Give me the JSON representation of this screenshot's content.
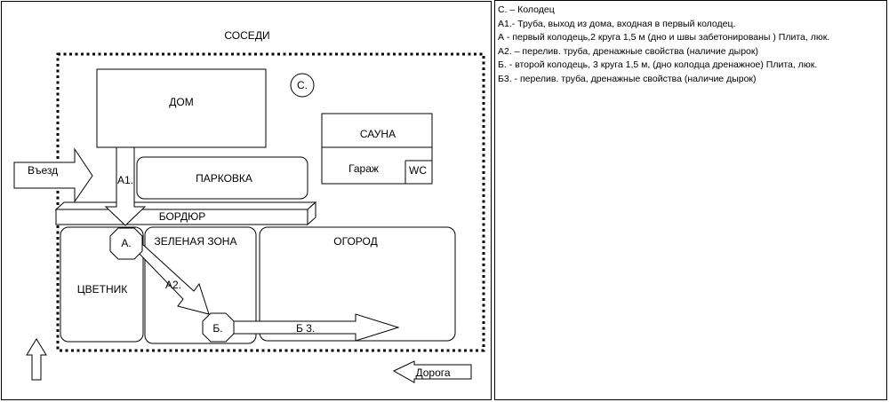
{
  "labels": {
    "neighbors": "СОСЕДИ",
    "house": "ДОМ",
    "well_c": "С.",
    "sauna": "САУНА",
    "garage": "Гараж",
    "wc": "WC",
    "entry": "Въезд",
    "parking": "ПАРКОВКА",
    "pipe_a1": "А1.",
    "curb": "БОРДЮР",
    "well_a": "А.",
    "green_zone": "ЗЕЛЕНАЯ ЗОНА",
    "garden": "ОГОРОД",
    "pipe_a2": "А2.",
    "flowerbed": "ЦВЕТНИК",
    "well_b": "Б.",
    "pipe_b3": "Б 3.",
    "road": "Дорога"
  },
  "legend": [
    "С. – Колодец",
    "А1.- Труба, выход из дома, входная в первый колодец.",
    "А  - первый колодець,2 круга 1,5 м (дно и швы забетонированы ) Плита, люк.",
    "А2. – перелив. труба, дренажные свойства (наличие дырок)",
    "Б. - второй колодець, 3 круга 1,5 м, (дно колодца дренажное) Плита, люк.",
    "Б3. - перелив. труба, дренажные свойства (наличие дырок)"
  ]
}
